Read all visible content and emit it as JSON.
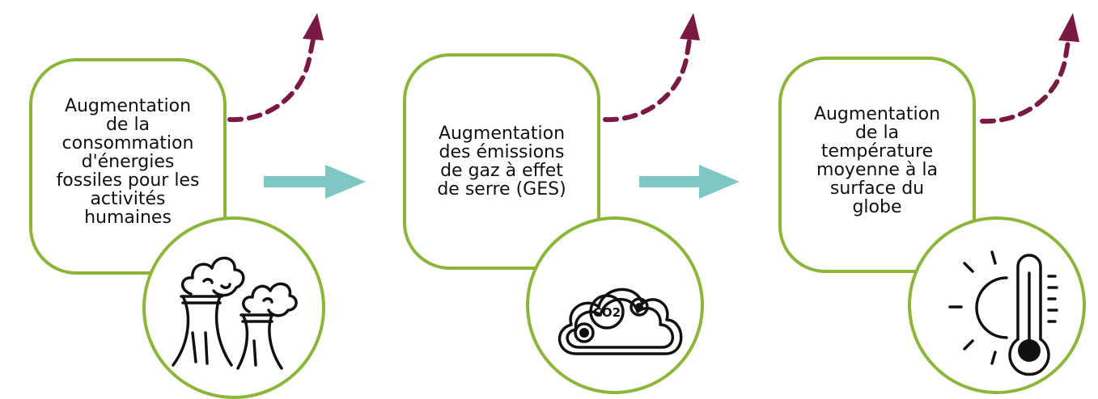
{
  "steps": [
    {
      "text": "Augmentation\nde la\nconsommation\nd'énergies\nfossiles pour les\nactivités\nhumaines",
      "icon": "power-plant-icon"
    },
    {
      "text": "Augmentation\ndes émissions\nde gaz à effet\nde serre (GES)",
      "icon": "co2-cloud-icon",
      "icon_label": "CO2"
    },
    {
      "text": "Augmentation\nde la\ntempérature\nmoyenne à la\nsurface du\nglobe",
      "icon": "sun-thermometer-icon"
    }
  ],
  "colors": {
    "card_border": "#8bb63a",
    "flow_arrow": "#7fc7c3",
    "rise_arrow": "#7a1a44",
    "icon_stroke": "#111111"
  }
}
